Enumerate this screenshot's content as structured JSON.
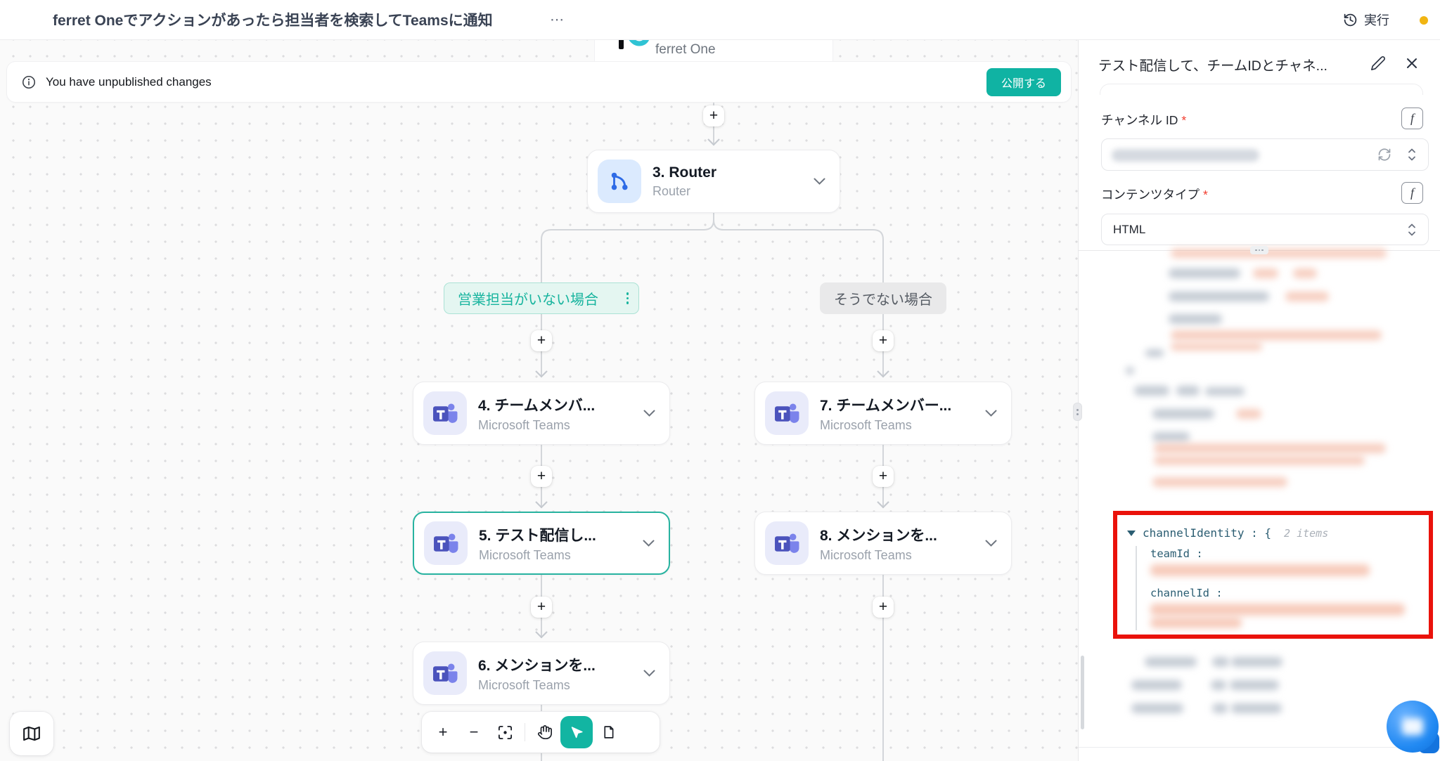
{
  "header": {
    "title": "ferret Oneでアクションがあったら担当者を検索してTeamsに通知",
    "more": "⋯",
    "run_label": "実行"
  },
  "banner": {
    "message": "You have unpublished changes",
    "publish_label": "公開する"
  },
  "canvas": {
    "top_node_label": "ferret One",
    "plus_label": "+",
    "router": {
      "title": "3. Router",
      "subtitle": "Router"
    },
    "branch_left": "営業担当がいない場合",
    "branch_right": "そうでない場合",
    "nodes": {
      "n4": {
        "title": "4. チームメンバ...",
        "subtitle": "Microsoft Teams"
      },
      "n7": {
        "title": "7. チームメンバー...",
        "subtitle": "Microsoft Teams"
      },
      "n5": {
        "title": "5. テスト配信し...",
        "subtitle": "Microsoft Teams"
      },
      "n8": {
        "title": "8. メンションを...",
        "subtitle": "Microsoft Teams"
      },
      "n6": {
        "title": "6. メンションを...",
        "subtitle": "Microsoft Teams"
      }
    }
  },
  "toolbar": {
    "zoom_in": "+",
    "zoom_out": "−"
  },
  "panel": {
    "title": "テスト配信して、チームIDとチャネ...",
    "variable_icon_label": "f",
    "field_channel_id": {
      "label": "チャンネル ID",
      "required_mark": "*"
    },
    "field_content_type": {
      "label": "コンテンツタイプ",
      "required_mark": "*",
      "value": "HTML"
    },
    "output": {
      "channel_identity_key": "channelIdentity : {",
      "items_count": "2 items",
      "team_id_key": "teamId :",
      "channel_id_key": "channelId :"
    }
  },
  "colors": {
    "accent_teal": "#10b3a3",
    "highlight_red": "#ea120b",
    "accent_blue": "#2189f2",
    "pending_dot": "#f1b512",
    "teams_purple": "#4b53bc",
    "router_blue": "#2e6be6"
  }
}
